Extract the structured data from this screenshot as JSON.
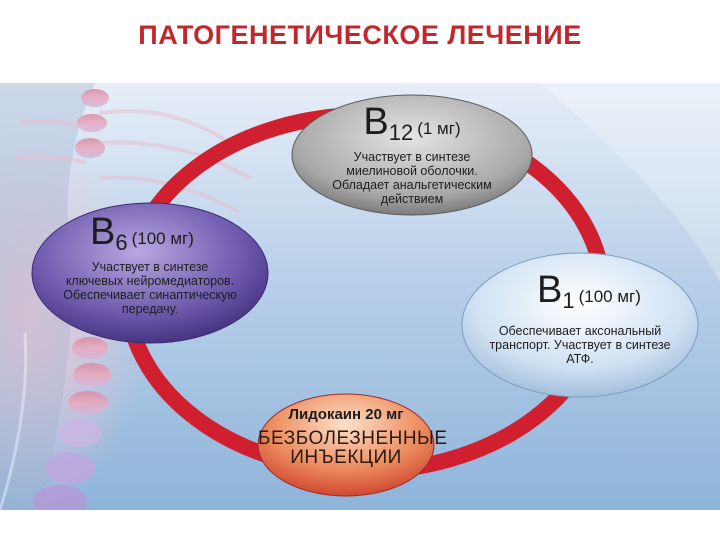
{
  "title": "ПАТОГЕНЕТИЧЕСКОЕ ЛЕЧЕНИЕ",
  "nodes": {
    "b12": {
      "letter": "B",
      "index": "12",
      "dose": "(1 мг)",
      "description": [
        "Участвует в синтезе",
        "миелиновой оболочки.",
        "Обладает анальгетическим",
        "действием"
      ]
    },
    "b6": {
      "letter": "B",
      "index": "6",
      "dose": "(100 мг)",
      "description": [
        "Участвует в синтезе",
        "ключевых нейромедиаторов.",
        "Обеспечивает синаптическую",
        "передачу."
      ]
    },
    "b1": {
      "letter": "B",
      "index": "1",
      "dose": "(100 мг)",
      "description": [
        "Обеспечивает аксональный",
        "транспорт. Участвует в синтезе",
        "АТФ."
      ]
    },
    "lidocaine": {
      "name": "Лидокаин 20 мг",
      "slogan": [
        "БЕЗБОЛЕЗНЕННЫЕ",
        "ИНЪЕКЦИИ"
      ]
    }
  },
  "colors": {
    "title": "#c0282d",
    "ring": "#d01f2e",
    "b12_node": "#a8a8a8",
    "b6_node": "#6b56a8",
    "b1_node": "#c5dbf0",
    "lidocaine_node": "#e2583a"
  }
}
